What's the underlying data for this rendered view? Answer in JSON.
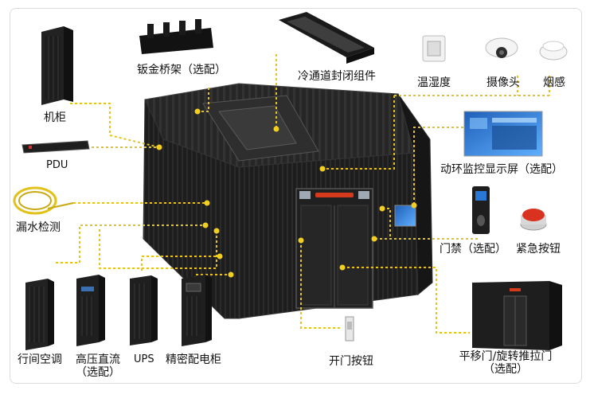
{
  "labels": {
    "cabinet": "机柜",
    "pdu": "PDU",
    "leak": "漏水检测",
    "tray": "钣金桥架（选配）",
    "cold_aisle": "冷通道封闭组件",
    "temp_humidity": "温湿度",
    "camera": "摄像头",
    "smoke": "烟感",
    "monitor_screen": "动环监控显示屏（选配）",
    "access_control": "门禁（选配）",
    "emergency_button": "紧急按钮",
    "inrow_ac": "行间空调",
    "hv_dc_line1": "高压直流",
    "hv_dc_line2": "（选配）",
    "ups": "UPS",
    "precision_pdc": "精密配电柜",
    "open_door_button": "开门按钮",
    "sliding_door_line1": "平移门/旋转推拉门",
    "sliding_door_line2": "（选配）"
  },
  "colors": {
    "leader_line": "#e6c31c",
    "dot": "#f2cf1f",
    "cabinet_body": "#1c1c1c",
    "cabinet_edge": "#3a3a3a",
    "led_strip": "#d63a1c",
    "screen_blue": "#2a78d6"
  }
}
